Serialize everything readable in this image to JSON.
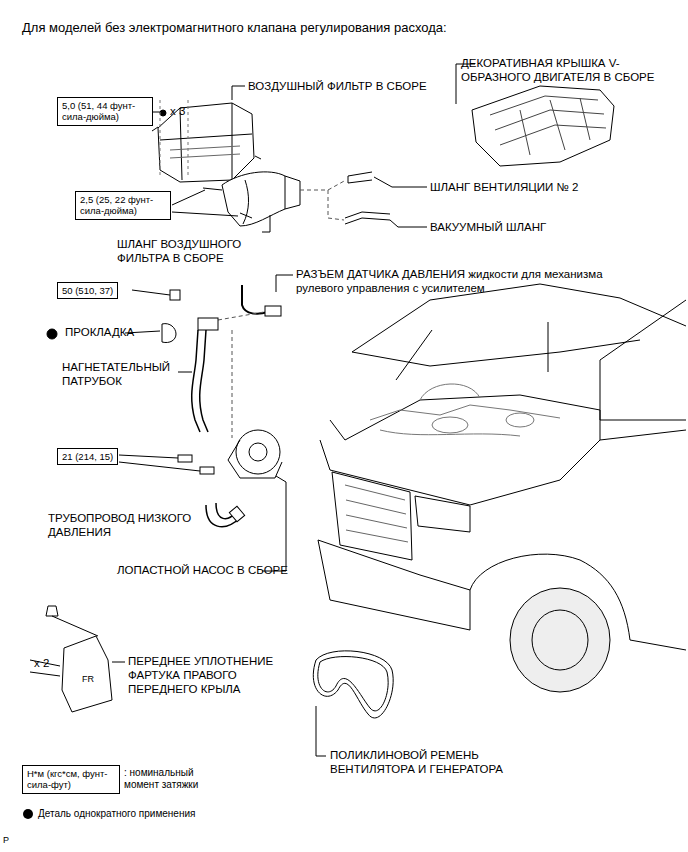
{
  "diagram": {
    "title": "Для моделей без электромагнитного клапана регулирования расхода:",
    "nodes": [
      {
        "text": [
          "5,0 (51, 44 фунт-сила-дюйма)"
        ]
      },
      {
        "text": [
          "2,5 (25, 22 фунт-сила-дюйма)"
        ]
      },
      {
        "text": [
          "50 (510, 37)"
        ]
      },
      {
        "text": [
          "21 (214, 15)"
        ]
      },
      {
        "text": [
          "Н*м (кгс*см, фунт-сила-фут)"
        ]
      }
    ],
    "labels": [
      "ВОЗДУШНЫЙ ФИЛЬТР В СБОРЕ",
      "ДЕКОРАТИВНАЯ КРЫШКА V-ОБРАЗНОГО ДВИГАТЕЛЯ В СБОРЕ",
      "x 3",
      "ШЛАНГ ВЕНТИЛЯЦИИ № 2",
      "ВАКУУМНЫЙ ШЛАНГ",
      "ШЛАНГ ВОЗДУШНОГО ФИЛЬТРА В СБОРЕ",
      "РАЗЪЕМ ДАТЧИКА ДАВЛЕНИЯ жидкости для механизма рулевого управления с усилителем",
      "ПРОКЛАДКА",
      "НАГНЕТАТЕЛЬНЫЙ ПАТРУБОК",
      "ТРУБОПРОВОД НИЗКОГО ДАВЛЕНИЯ",
      "ЛОПАСТНОЙ НАСОС В СБОРЕ",
      "x 2",
      "FR",
      "ПЕРЕДНЕЕ УПЛОТНЕНИЕ ФАРТУКА ПРАВОГО ПЕРЕДНЕГО КРЫЛА",
      "ПОЛИКЛИНОВОЙ РЕМЕНЬ ВЕНТИЛЯТОРА И ГЕНЕРАТОРА",
      "P"
    ],
    "legend": [
      {
        "text": ": номинальный момент затяжки"
      },
      {
        "text": "Деталь однократного применения"
      }
    ]
  }
}
